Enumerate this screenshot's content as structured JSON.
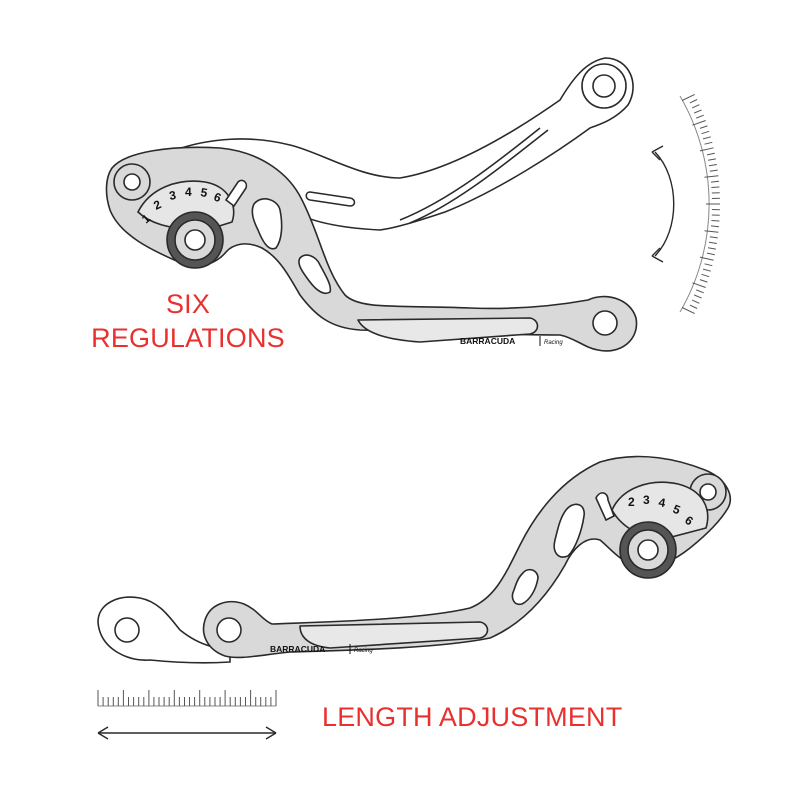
{
  "captions": {
    "six_regulations_line1": "SIX",
    "six_regulations_line2": "REGULATIONS",
    "length_adjustment": "LENGTH ADJUSTMENT"
  },
  "lever": {
    "brand": "BARRACUDA",
    "brand_sub": "Racing",
    "dial_positions": [
      "1",
      "2",
      "3",
      "4",
      "5",
      "6"
    ]
  },
  "colors": {
    "caption": "#e8312f",
    "lever_fill": "#d9d9d9",
    "outline": "#2a2a2a"
  }
}
